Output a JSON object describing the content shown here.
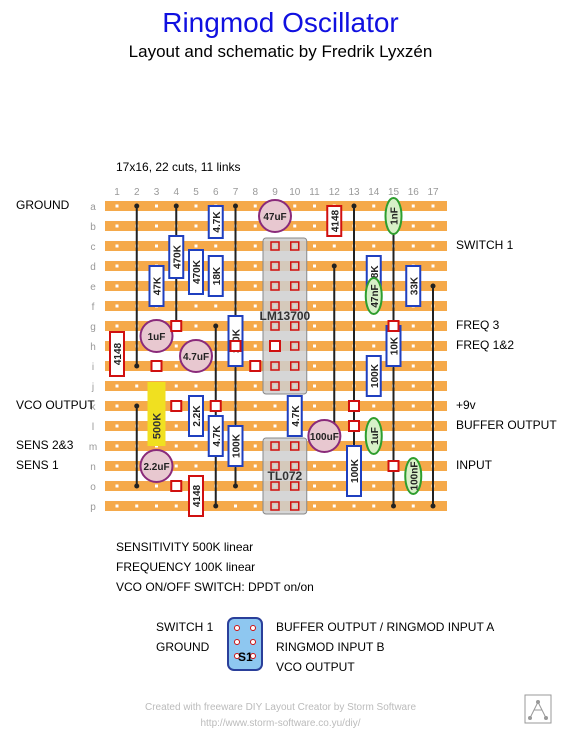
{
  "title": "Ringmod Oscillator",
  "subtitle": "Layout and schematic by Fredrik Lyxzén",
  "board_info": "17x16, 22 cuts, 11 links",
  "columns": [
    "1",
    "2",
    "3",
    "4",
    "5",
    "6",
    "7",
    "8",
    "9",
    "10",
    "11",
    "12",
    "13",
    "14",
    "15",
    "16",
    "17"
  ],
  "rows": [
    "a",
    "b",
    "c",
    "d",
    "e",
    "f",
    "g",
    "h",
    "i",
    "j",
    "k",
    "l",
    "m",
    "n",
    "o",
    "p"
  ],
  "left_labels": [
    {
      "row": "a",
      "text": "GROUND"
    },
    {
      "row": "k",
      "text": "VCO OUTPUT"
    },
    {
      "row": "m",
      "text": "SENS 2&3"
    },
    {
      "row": "n",
      "text": "SENS 1"
    }
  ],
  "right_labels": [
    {
      "row": "c",
      "text": "SWITCH 1"
    },
    {
      "row": "g",
      "text": "FREQ 3"
    },
    {
      "row": "h",
      "text": "FREQ 1&2"
    },
    {
      "row": "k",
      "text": "+9v"
    },
    {
      "row": "l",
      "text": "BUFFER OUTPUT"
    },
    {
      "row": "n",
      "text": "INPUT"
    }
  ],
  "ics": [
    "LM13700",
    "TL072"
  ],
  "pots": [
    "500K"
  ],
  "resistors": [
    "4.7K",
    "470K",
    "470K",
    "18K",
    "47K",
    "330K",
    "4148",
    "4.7K",
    "6.8K",
    "33K",
    "10K",
    "100K",
    "2.2K",
    "4.7K",
    "100K",
    "4.7K",
    "100K",
    "4148",
    "4148"
  ],
  "capacitors": [
    "47uF",
    "1nF",
    "47nF",
    "1uF",
    "4.7uF",
    "100uF",
    "1uF",
    "2.2uF",
    "100nF"
  ],
  "notes": [
    "SENSITIVITY 500K linear",
    "FREQUENCY 100K linear",
    "VCO ON/OFF SWITCH: DPDT on/on"
  ],
  "switch": {
    "name": "S1",
    "left": [
      "SWITCH 1",
      "GROUND"
    ],
    "right": [
      "BUFFER OUTPUT / RINGMOD INPUT A",
      "RINGMOD INPUT B",
      "VCO OUTPUT"
    ]
  },
  "footer": {
    "line1": "Created with freeware DIY Layout Creator by Storm Software",
    "line2": "http://www.storm-software.co.yu/diy/"
  },
  "colors": {
    "title": "#1010e0",
    "strip": "#f5a94a",
    "resistor": "#1f3fbf",
    "film_cap": "#2e9e2e",
    "electrolytic": "#e8c8d0",
    "pot": "#f0e020",
    "cut": "#d01010"
  }
}
